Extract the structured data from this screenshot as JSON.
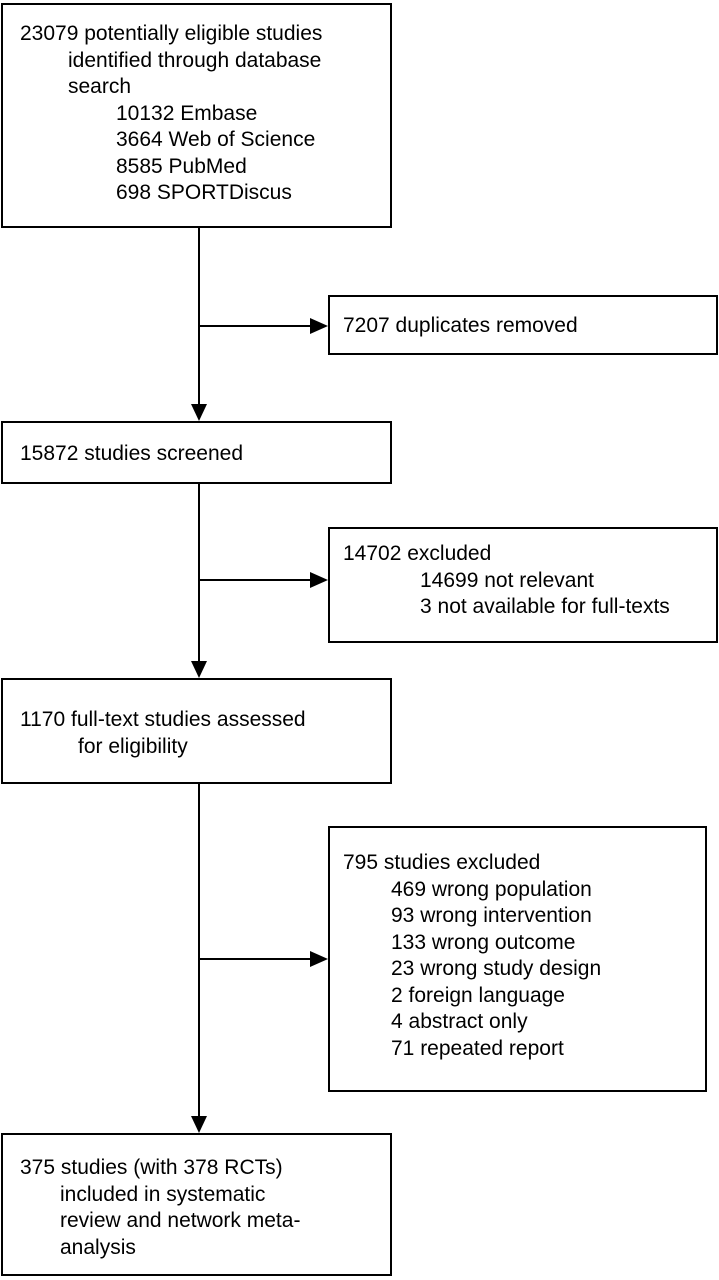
{
  "boxes": {
    "identification": {
      "lines": [
        "23079 potentially eligible studies",
        "identified through database",
        "search",
        "10132 Embase",
        "3664 Web of Science",
        "8585 PubMed",
        "698 SPORTDiscus"
      ]
    },
    "duplicates": {
      "lines": [
        "7207 duplicates removed"
      ]
    },
    "screened": {
      "lines": [
        "15872 studies screened"
      ]
    },
    "excluded_screening": {
      "lines": [
        "14702 excluded",
        "14699 not relevant",
        "3 not available for full-texts"
      ]
    },
    "fulltext": {
      "lines": [
        "1170 full-text studies assessed",
        "for eligibility"
      ]
    },
    "excluded_fulltext": {
      "lines": [
        "795 studies excluded",
        "469 wrong population",
        "93 wrong intervention",
        "133 wrong outcome",
        "23 wrong study design",
        "2 foreign language",
        "4 abstract only",
        "71 repeated report"
      ]
    },
    "included": {
      "lines": [
        "375 studies (with 378 RCTs)",
        "included in systematic",
        "review and network meta-",
        "analysis"
      ]
    }
  }
}
